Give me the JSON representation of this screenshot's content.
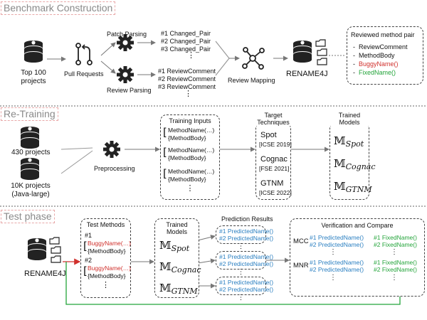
{
  "colors": {
    "buggy": "#d0312d",
    "fixed": "#23a43a",
    "predicted": "#2a7fc1",
    "section_border": "#e8a8a8"
  },
  "section1": {
    "title": "Benchmark Construction",
    "top_projects": "Top 100 projects",
    "pull_requests": "Pull Requests",
    "patch_parsing": "Patch Parsing",
    "review_parsing": "Review Parsing",
    "changed_pairs": [
      "#1 Changed_Pair",
      "#2 Changed_Pair",
      "#3 Changed_Pair"
    ],
    "review_comments": [
      "#1 ReviewComment",
      "#2 ReviewComment",
      "#3 ReviewComment"
    ],
    "review_mapping": "Review Mapping",
    "rename4j": "RENAME4J",
    "pair_box": {
      "title": "Reviewed method pair",
      "items": [
        "ReviewComment",
        "MethodBody",
        "BuggyName()",
        "FixedName()"
      ]
    }
  },
  "section2": {
    "title": "Re-Training",
    "projects_430": "430 projects",
    "projects_10k": "10K projects (Java-large)",
    "preprocessing": "Preprocessing",
    "training_inputs_title": "Training Inputs",
    "method_name": "MethodName(…)",
    "method_body": "{MethodBody}",
    "target_title": "Target Techniques",
    "techniques": [
      {
        "name": "Spot",
        "venue": "[ICSE 2019]"
      },
      {
        "name": "Cognac",
        "venue": "[FSE 2021]"
      },
      {
        "name": "GTNM",
        "venue": "[ICSE 2022]"
      }
    ],
    "trained_models_title": "Trained Models",
    "model_symbol": "𝕄",
    "models": [
      "Spot",
      "Cognac",
      "GTNM"
    ]
  },
  "section3": {
    "title": "Test phase",
    "rename4j": "RENAME4J",
    "test_methods_title": "Test Methods",
    "tm1": "#1",
    "tm2": "#2",
    "buggy_name": "BuggyName(…)",
    "method_body": "{MethodBody}",
    "trained_models_title": "Trained Models",
    "prediction_title": "Prediction Results",
    "pred1": "#1 PredictedName()",
    "pred2": "#2 PredictedName()",
    "verify_title": "Verification and Compare",
    "mcc": "MCC",
    "mnr": "MNR",
    "fixed1": "#1 FixedName()",
    "fixed2": "#2 FixedName()"
  }
}
